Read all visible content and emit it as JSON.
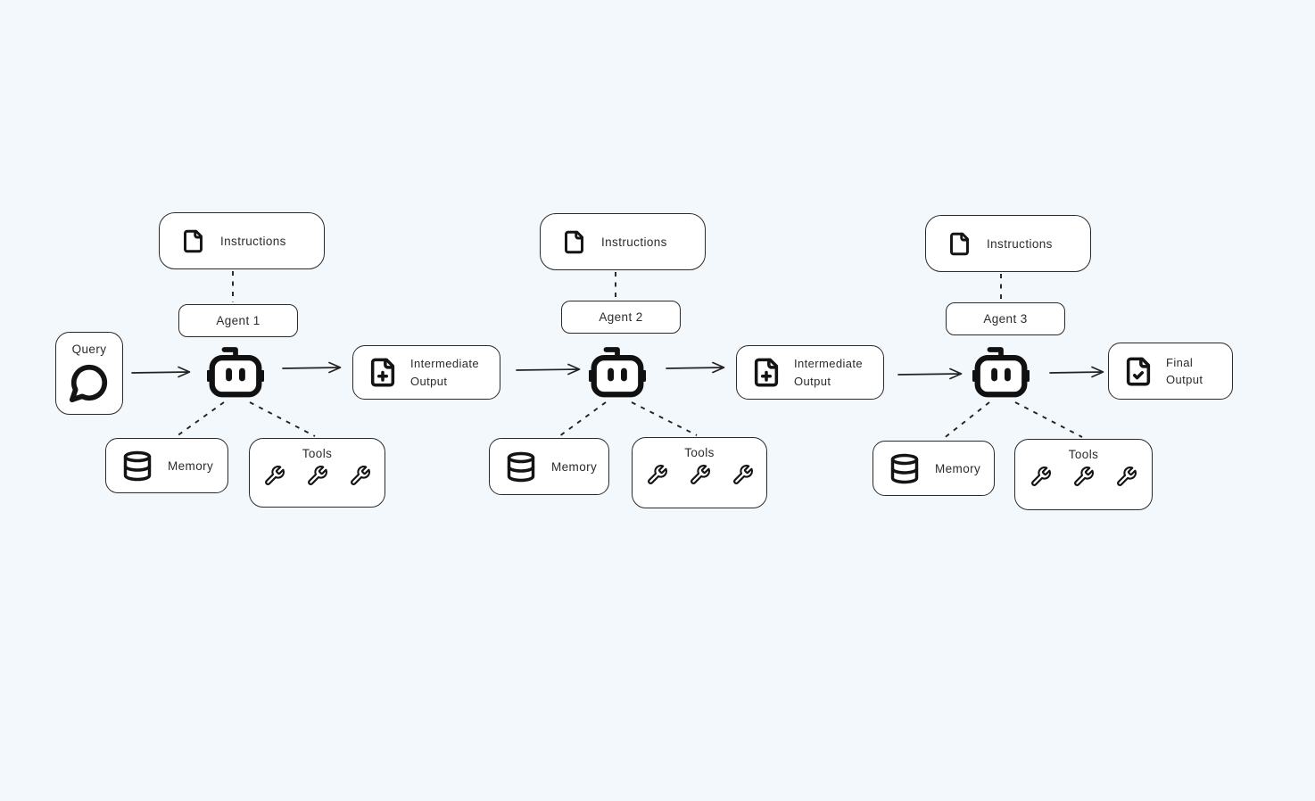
{
  "colors": {
    "background": "#f3f8fc",
    "stroke": "#1e1e1e",
    "node_fill": "#ffffff"
  },
  "query": {
    "label": "Query",
    "icon": "speech-bubble"
  },
  "final_output": {
    "line1": "Final",
    "line2": "Output",
    "icon": "document-check"
  },
  "intermediate_outputs": [
    {
      "line1": "Intermediate",
      "line2": "Output",
      "icon": "document-plus"
    },
    {
      "line1": "Intermediate",
      "line2": "Output",
      "icon": "document-plus"
    }
  ],
  "agents": [
    {
      "name": "Agent 1",
      "instructions_label": "Instructions",
      "memory_label": "Memory",
      "tools_label": "Tools",
      "icon": "robot"
    },
    {
      "name": "Agent 2",
      "instructions_label": "Instructions",
      "memory_label": "Memory",
      "tools_label": "Tools",
      "icon": "robot"
    },
    {
      "name": "Agent 3",
      "instructions_label": "Instructions",
      "memory_label": "Memory",
      "tools_label": "Tools",
      "icon": "robot"
    }
  ]
}
